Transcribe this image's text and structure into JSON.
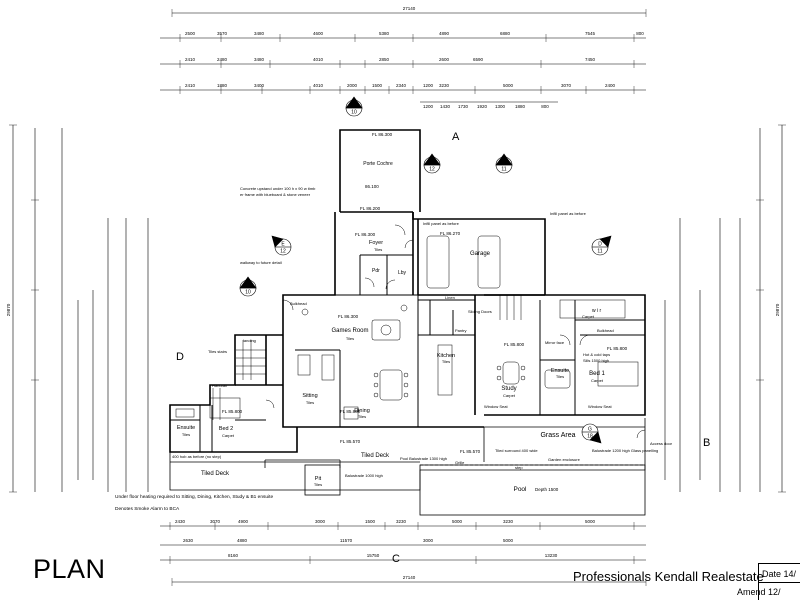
{
  "title": "PLAN",
  "agency": "Professionals Kendall Realestate",
  "title_block": {
    "date_label": "Date 14/",
    "amend_label": "Amend 12/"
  },
  "elevation_markers": [
    "A",
    "B",
    "C",
    "D"
  ],
  "section_markers": [
    {
      "letter": "B",
      "sheet": "10"
    },
    {
      "letter": "F",
      "sheet": "12"
    },
    {
      "letter": "C",
      "sheet": "11"
    },
    {
      "letter": "E",
      "sheet": "12"
    },
    {
      "letter": "D",
      "sheet": "11"
    },
    {
      "letter": "A",
      "sheet": "10"
    },
    {
      "letter": "G",
      "sheet": "18"
    }
  ],
  "rooms": {
    "porte_cochere": "Porte Cochre",
    "porte_fl": "FL 86.300",
    "porte_fl2": "86.100",
    "porte_fl3": "FL 86.200",
    "garage": "Garage",
    "garage_fl": "FL 86.270",
    "infill_panel": "Infill panel as before",
    "infill_panel2": "Infill panel as before",
    "foyer": "Foyer",
    "foyer_fl": "FL 86.300",
    "foyer_tiles": "Tiles",
    "games_room": "Games Room",
    "games_fl": "FL 86.300",
    "games_tiles": "Tiles",
    "sitting": "Sitting",
    "sitting_tiles": "Tiles",
    "dining": "Dining",
    "dining_tiles": "Tiles",
    "main_fl": "FL 85.800",
    "kitchen": "Kitchen",
    "kitchen_tiles": "Tiles",
    "study": "Study",
    "study_fl": "FL 85.800",
    "study_carpet": "Carpet",
    "bed1": "Bed 1",
    "bed1_carpet": "Carpet",
    "bed1_fl": "FL 85.800",
    "ensuite1": "Ensuite",
    "ensuite1_tiles": "Tiles",
    "bed2": "Bed 2",
    "bed2_carpet": "Carpet",
    "bed2_fl": "FL 85.800",
    "ensuite2": "Ensuite",
    "ensuite2_tiles": "Tiles",
    "wir": "w i r",
    "wir_carpet": "Carpet",
    "mirror_face": "Mirror face",
    "pdr": "Pdr",
    "lby": "Lby",
    "linen": "Linen",
    "pantry": "Pantry",
    "landing": "landing",
    "tiles_stairs": "Tiles stairs",
    "handrail": "Handrail",
    "bulkhead": "Bulkhead",
    "window_seat": "Window Seat",
    "sliding_doors": "Sliding Doors",
    "tiled_deck_1": "Tiled Deck",
    "tiled_deck_2": "Tiled Deck",
    "tiled_deck_fl": "FL 85.570",
    "tiled_deck_fl2": "FL 85.570",
    "grass_area": "Grass Area",
    "pool": "Pool",
    "pool_depth": "Depth 1500",
    "pit": "Pit",
    "pit_tiles": "Tiles",
    "grille": "Grille",
    "step": "step",
    "access_door": "Access door",
    "walkway": "walkway to future detail",
    "concrete_note": "Concrete upstand under 100 h x 90 w timber frame with blueboard & stone veneer",
    "pool_balustrade": "Pool Balustrade 1300 high",
    "balustrade_1000": "Balustrade 1000 high",
    "tiled_surround": "Tiled surround 400 wide",
    "balustrade_1200": "Balustrade 1200 high Glass panelling",
    "hot_cold": "Hot & cold taps",
    "sills": "Sills 1500 high",
    "seat_2400": "400 hob as before (no step)",
    "garden_enclosure": "Garden enclosure"
  },
  "notes": [
    "Under floor heating required to Sitting, Dining, Kitchen, Study & B1 ensuite",
    "Denotes Smoke Alarm to BCA"
  ],
  "dimensions": {
    "top_overall": "27140",
    "top_row1": [
      "2500",
      "3570",
      "3480",
      "4600",
      "5380",
      "4890",
      "6880",
      "7545",
      "800"
    ],
    "top_row2": [
      "2410",
      "2480",
      "3480",
      "4010",
      "2850",
      "2600",
      "6590",
      "7450"
    ],
    "top_row3": [
      "2410",
      "1880",
      "3400",
      "4010",
      "2000",
      "1500",
      "2340",
      "1200",
      "3230",
      "5000",
      "3070",
      "2400"
    ],
    "top_row4": [
      "1200",
      "1430",
      "1730",
      "1920",
      "1300",
      "1880",
      "800"
    ],
    "bottom_row1": [
      "2430",
      "3070",
      "4900",
      "3000",
      "1500",
      "3230",
      "5000",
      "3230",
      "5000"
    ],
    "bottom_row2": [
      "2630",
      "4880",
      "11570",
      "3000",
      "5000"
    ],
    "bottom_row3": [
      "8160",
      "15750",
      "13230"
    ],
    "bottom_overall": "27140",
    "left_overall": "29870",
    "right_overall": "29870"
  }
}
